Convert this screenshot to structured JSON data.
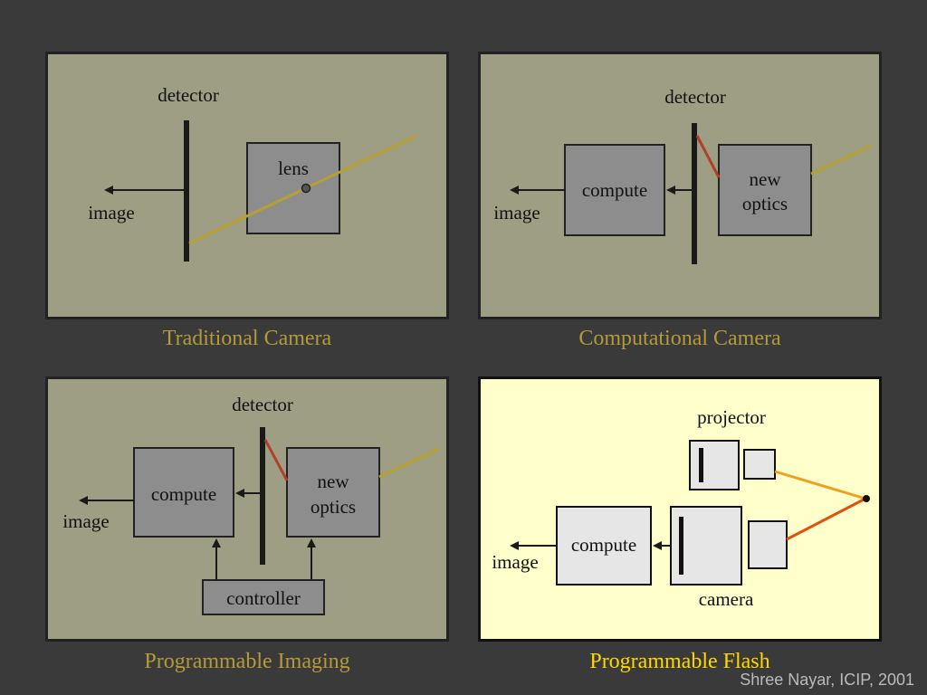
{
  "panels": {
    "traditional": {
      "caption": "Traditional Camera",
      "detector": "detector",
      "lens": "lens",
      "image": "image"
    },
    "computational": {
      "caption": "Computational Camera",
      "detector": "detector",
      "compute": "compute",
      "optics_line1": "new",
      "optics_line2": "optics",
      "image": "image"
    },
    "programmable_imaging": {
      "caption": "Programmable Imaging",
      "detector": "detector",
      "compute": "compute",
      "optics_line1": "new",
      "optics_line2": "optics",
      "controller": "controller",
      "image": "image"
    },
    "programmable_flash": {
      "caption": "Programmable Flash",
      "projector": "projector",
      "camera": "camera",
      "compute": "compute",
      "image": "image"
    }
  },
  "credit": "Shree Nayar, ICIP, 2001",
  "colors": {
    "background": "#3a3a3a",
    "panel": "#9e9e84",
    "flash_panel": "#ffffcc",
    "caption": "#b39a3b",
    "caption_highlight": "#ffd800",
    "light_ray": "#b8a030",
    "refracted_ray": "#b0402a",
    "flash_ray_projector": "#f0a020",
    "flash_ray_camera": "#e05010",
    "box": "#8d8d8d",
    "box_light": "#e6e6e6"
  }
}
